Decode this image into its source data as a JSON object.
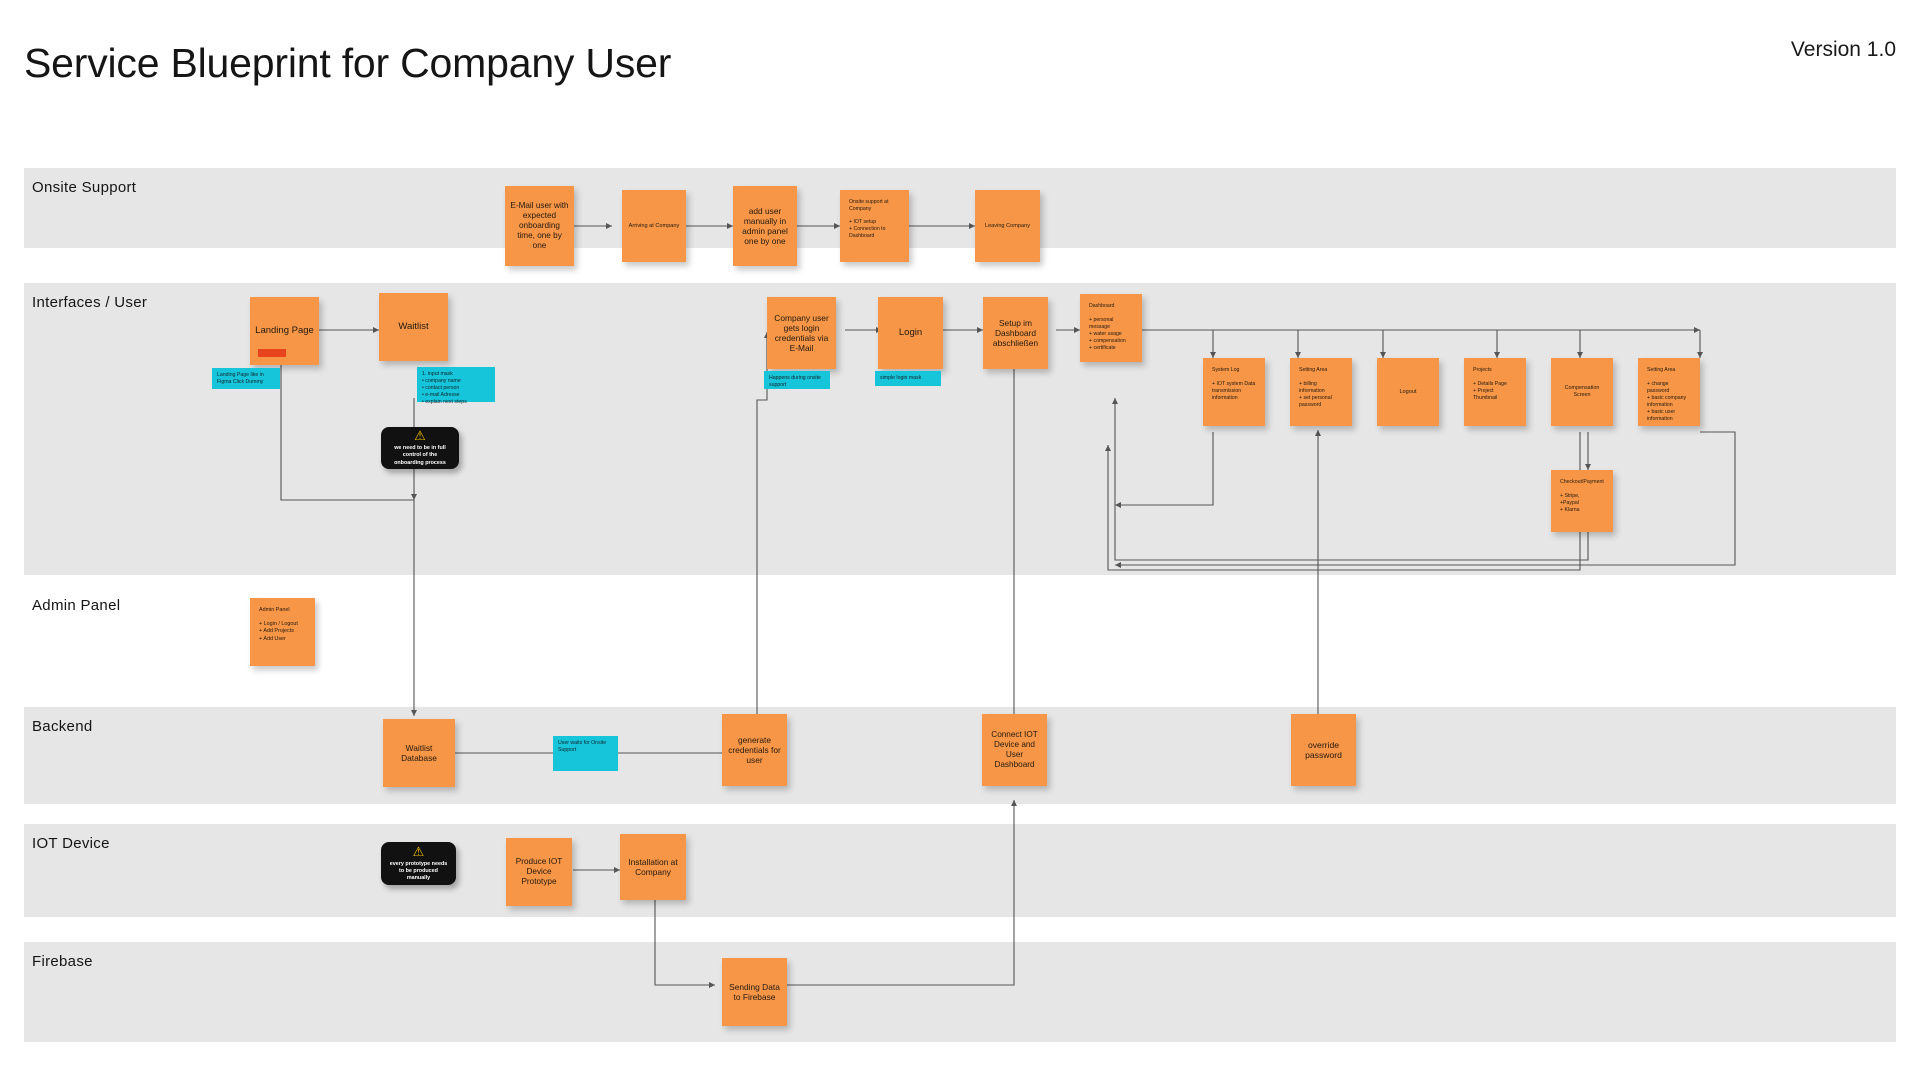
{
  "header": {
    "title": "Service Blueprint for Company User",
    "version": "Version 1.0"
  },
  "lanes": [
    {
      "id": "onsite-support",
      "label": "Onsite Support"
    },
    {
      "id": "interfaces-user",
      "label": "Interfaces / User"
    },
    {
      "id": "admin-panel",
      "label": "Admin Panel"
    },
    {
      "id": "backend",
      "label": "Backend"
    },
    {
      "id": "iot-device",
      "label": "IOT Device"
    },
    {
      "id": "firebase",
      "label": "Firebase"
    }
  ],
  "colors": {
    "note_orange": "#F79646",
    "note_cyan": "#16C5D9",
    "note_black": "#111111",
    "lane_band": "#e6e6e6",
    "accent_red": "#E8441B",
    "warning_yellow": "#F2C200",
    "connector": "#555555"
  },
  "notes": {
    "onsite": {
      "email_user": "E-Mail user with expected onboarding time, one by one",
      "arriving": "Arriving at Company",
      "add_user": "add user manually in admin panel one by one",
      "onsite_support_title": "Onsite support at Company",
      "onsite_support_bullets": "+ IOT setup\n+ Connection to Dashboard",
      "leaving": "Leaving Company"
    },
    "interfaces": {
      "landing_page": "Landing Page",
      "waitlist": "Waitlist",
      "company_user_credentials": "Company user gets login credentials via E-Mail",
      "login": "Login",
      "setup_dashboard": "Setup im Dashboard abschließen",
      "dashboard_title": "Dashboard",
      "dashboard_bullets": "+ personal message\n+ water usage\n+ compensation\n+ certificate",
      "system_log_title": "System Log",
      "system_log_bullets": "+ IOT system Data transmission information",
      "setting_area_title": "Setting Area",
      "setting_area_bullets": "+ billing information\n+ set personal password",
      "logout": "Logout",
      "projects_title": "Projects",
      "projects_bullets": "+ Details Page\n+ Project Thumbnail",
      "compensation_screen": "Compensation Screen",
      "setting_area2_title": "Setting Area",
      "setting_area2_bullets": "+ change password\n+ basic company information\n+ basic user information",
      "checkout_title": "Checkout/Payment",
      "checkout_bullets": "+ Stripe,\n+Paypal\n+ Klarna"
    },
    "admin": {
      "admin_panel_title": "Admin Panel",
      "admin_panel_bullets": "+ Login / Logout\n+ Add Projects\n+ Add User"
    },
    "backend": {
      "waitlist_database": "Waitlist Database",
      "generate_credentials": "generate credentials for user",
      "connect_iot": "Connect IOT Device and User Dashboard",
      "override_password": "override password"
    },
    "iot": {
      "produce_prototype": "Produce IOT Device Prototype",
      "installation": "Installation at Company"
    },
    "firebase": {
      "sending_data": "Sending Data to Firebase"
    }
  },
  "cyan_notes": {
    "landing_figma": "Landing Page like in Figma Click Dummy",
    "input_mask": "1. input mask\n• company name\n• contact person\n• e-mail Adresse\n• explain next steps",
    "happens_onsite": "Happens during onsite support",
    "simple_login": "simple login mask",
    "user_waits": "User waits for Onsite Support"
  },
  "black_notes": {
    "full_control": "we need to be in full control of the onboarding process",
    "prototype_manual": "every prototype needs to be produced manually",
    "warning_glyph": "⚠"
  }
}
